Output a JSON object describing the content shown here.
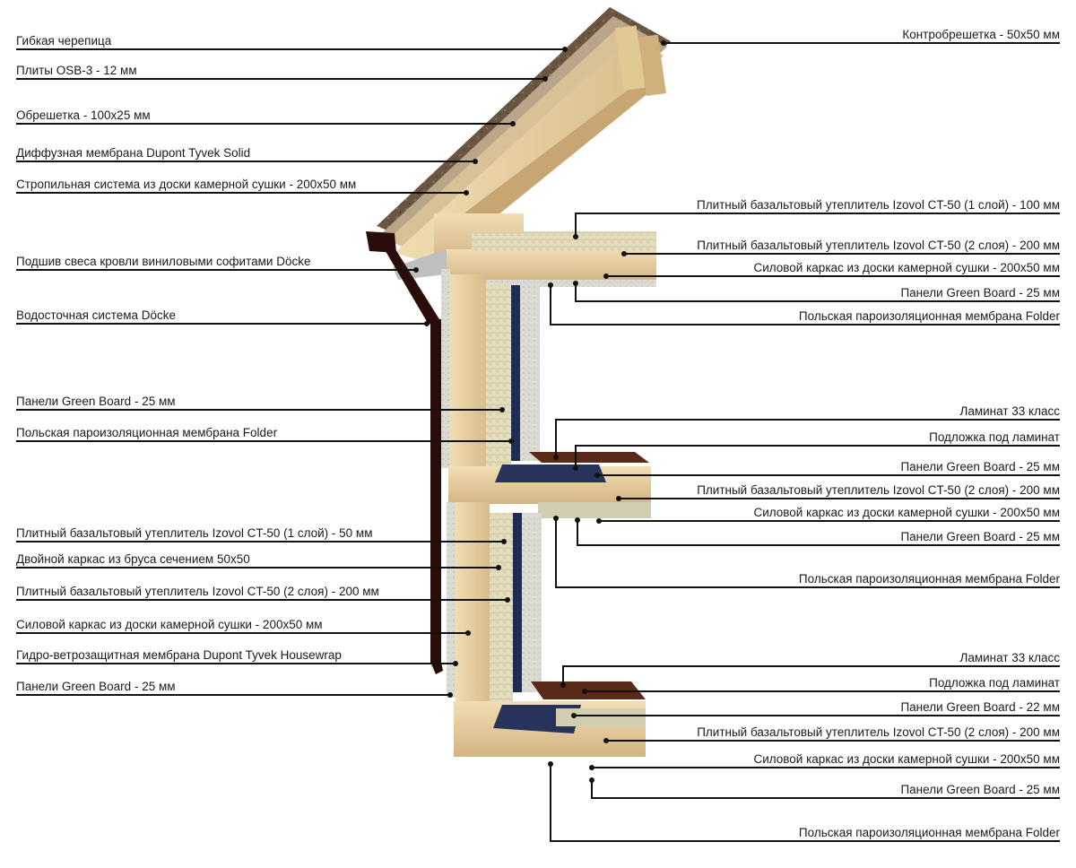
{
  "colors": {
    "wood": "#e9d2a4",
    "wood_shade": "#c9a978",
    "insulation": "#ddd6b6",
    "green_board": "#d8d8d0",
    "membrane": "#1f2d55",
    "laminate": "#5a2a18",
    "gutter": "#2a0d0a",
    "roof": "#5b4a38",
    "leader": "#111111"
  },
  "left_labels": [
    {
      "text": "Гибкая черепица"
    },
    {
      "text": "Плиты OSB-3 - 12 мм"
    },
    {
      "text": "Обрешетка - 100x25 мм"
    },
    {
      "text": "Диффузная мембрана Dupont Tyvek Solid"
    },
    {
      "text": "Стропильная система из доски камерной сушки - 200x50 мм"
    },
    {
      "text": "Подшив свеса кровли виниловыми софитами Döcke"
    },
    {
      "text": "Водосточная система Döcke"
    },
    {
      "text": "Панели Green Board - 25 мм"
    },
    {
      "text": "Польская пароизоляционная мембрана Folder"
    },
    {
      "text": "Плитный базальтовый утеплитель Izovol CT-50 (1 слой) - 50 мм"
    },
    {
      "text": "Двойной каркас из бруса сечением 50x50"
    },
    {
      "text": "Плитный базальтовый утеплитель Izovol CT-50 (2 слоя) - 200 мм"
    },
    {
      "text": "Силовой каркас из доски камерной сушки - 200x50 мм"
    },
    {
      "text": "Гидро-ветрозащитная мембрана Dupont Tyvek Housewrap"
    },
    {
      "text": "Панели Green Board - 25 мм"
    }
  ],
  "right_labels": [
    {
      "text": "Контробрешетка - 50x50 мм"
    },
    {
      "text": "Плитный базальтовый утеплитель Izovol CT-50 (1 слой) - 100 мм"
    },
    {
      "text": "Плитный базальтовый утеплитель Izovol CT-50 (2 слоя) - 200 мм"
    },
    {
      "text": "Силовой каркас из доски камерной сушки - 200x50 мм"
    },
    {
      "text": "Панели Green Board - 25 мм"
    },
    {
      "text": "Польская пароизоляционная мембрана Folder"
    },
    {
      "text": "Ламинат 33 класс"
    },
    {
      "text": "Подложка под ламинат"
    },
    {
      "text": "Панели Green Board - 25 мм"
    },
    {
      "text": "Плитный базальтовый утеплитель Izovol CT-50 (2 слоя) - 200 мм"
    },
    {
      "text": "Силовой каркас из доски камерной сушки - 200x50 мм"
    },
    {
      "text": "Панели Green Board - 25 мм"
    },
    {
      "text": "Польская пароизоляционная мембрана Folder"
    },
    {
      "text": "Ламинат 33 класс"
    },
    {
      "text": "Подложка под ламинат"
    },
    {
      "text": "Панели Green Board - 22 мм"
    },
    {
      "text": "Плитный базальтовый утеплитель Izovol CT-50 (2 слоя) - 200 мм"
    },
    {
      "text": "Силовой каркас из доски камерной сушки - 200x50 мм"
    },
    {
      "text": "Панели Green Board - 25 мм"
    },
    {
      "text": "Польская пароизоляционная мембрана Folder"
    }
  ]
}
